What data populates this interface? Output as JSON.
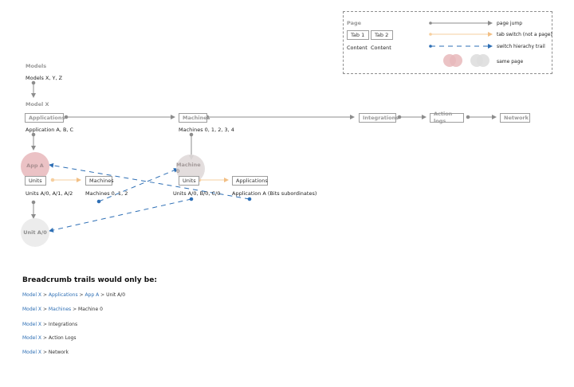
{
  "legend": {
    "page_label": "Page",
    "tab1": "Tab 1",
    "tab2": "Tab 2",
    "content1": "Content",
    "content2": "Content",
    "page_jump": "page jump",
    "tab_switch": "tab switch (not a page)",
    "hierarchy_trail": "switch hierachy trail",
    "same_page": "same page"
  },
  "models": {
    "header": "Models",
    "content": "Models X, Y, Z"
  },
  "modelx": {
    "header": "Model X",
    "applications_box": "Applications",
    "machines_box": "Machines",
    "integrations_box": "Integrations",
    "action_logs_box": "Action logs",
    "network_box": "Network",
    "applications_content": "Application A, B, C",
    "machines_content": "Machines 0, 1, 2, 3, 4"
  },
  "appa": {
    "circle": "App A",
    "units_box": "Units",
    "machines_box": "Machines",
    "units_content": "Units A/0, A/1, A/2",
    "machines_content": "Machines 0, 1, 2"
  },
  "machine0": {
    "circle": "Machine 0",
    "units_box": "Units",
    "applications_box": "Applications",
    "units_content": "Units A/0, B/0, C/0",
    "applications_content": "Application A (Bits subordinates)"
  },
  "unita0": {
    "circle": "Unit A/0"
  },
  "breadcrumbs": {
    "heading": "Breadcrumb trails would only be:",
    "trail1": {
      "a": "Model X",
      "b": "Applications",
      "c": "App A",
      "d": "Unit A/0"
    },
    "trail2": {
      "a": "Model X",
      "b": "Machines",
      "c": "Machine 0"
    },
    "trail3": {
      "a": "Model X",
      "b": "Integrations"
    },
    "trail4": {
      "a": "Model X",
      "b": "Action Logs"
    },
    "trail5": {
      "a": "Model X",
      "b": "Network"
    },
    "separator": ">"
  },
  "colors": {
    "page_jump": "#8c8c8c",
    "tab_switch": "#f6cf9f",
    "hierarchy_trail": "#2e6fb5",
    "same_page_pink": "#e8b8bb",
    "same_page_gray": "#dedede"
  }
}
